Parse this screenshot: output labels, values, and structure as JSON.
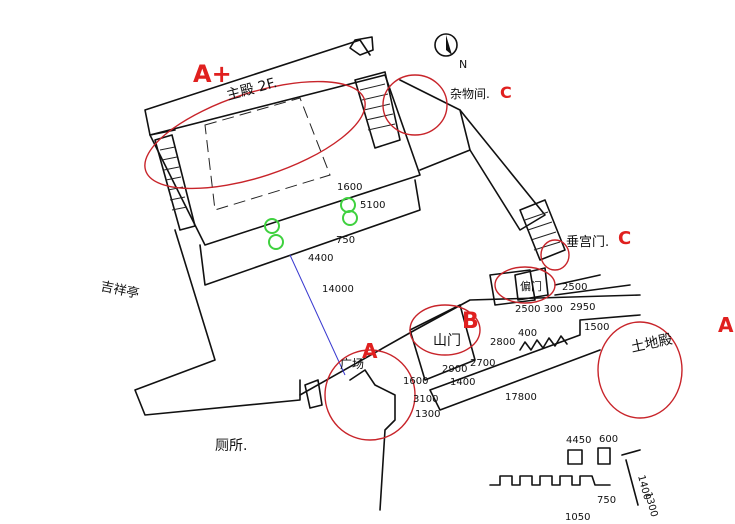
{
  "labels": {
    "main_hall": "主殿 2F.",
    "main_hall_grade": "A+",
    "north": "N",
    "storage": "杂物间.",
    "storage_grade": "C",
    "gate_chui": "垂宫门.",
    "gate_chui_grade": "C",
    "side_gate": "偏门",
    "mountain_gate": "山门",
    "mountain_gate_grade": "B",
    "plaza": "广场",
    "plaza_grade": "A",
    "shrine": "土地殿",
    "shrine_grade": "A",
    "pavilion": "吉祥亭",
    "toilet": "厕所."
  },
  "dimensions": {
    "d1600a": "1600",
    "d5100": "5100",
    "d750a": "750",
    "d4400": "4400",
    "d14000": "14000",
    "d2500a": "2500",
    "d2500_300": "2500 300",
    "d2950": "2950",
    "d400": "400",
    "d2800": "2800",
    "d2900": "2900",
    "d2700": "2700",
    "d1400a": "1400",
    "d1600b": "1600",
    "d3100": "3100",
    "d1300a": "1300",
    "d17800": "17800",
    "d1500": "1500",
    "d4450": "4450",
    "d600": "600",
    "d1400b": "1400",
    "d1300b": "1300",
    "d750b": "750",
    "d1050": "1050"
  },
  "colors": {
    "ink": "#111111",
    "red": "#c8242a",
    "green": "#3fd13f",
    "blue": "#3a3ad0"
  }
}
